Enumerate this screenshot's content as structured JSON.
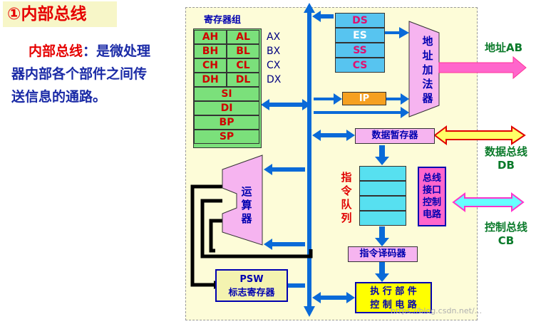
{
  "title": "①内部总线",
  "description": {
    "keyword": "内部总线",
    "rest_line1": "：是微处理",
    "line2": "器内部各个部件之间传",
    "line3": "送信息的通路。"
  },
  "register_group": {
    "label": "寄存器组",
    "pairs": [
      [
        "AH",
        "AL"
      ],
      [
        "BH",
        "BL"
      ],
      [
        "CH",
        "CL"
      ],
      [
        "DH",
        "DL"
      ]
    ],
    "pair_names": [
      "AX",
      "BX",
      "CX",
      "DX"
    ],
    "wide": [
      "SI",
      "DI",
      "BP",
      "SP"
    ]
  },
  "segments": [
    "DS",
    "ES",
    "SS",
    "CS"
  ],
  "ip": "IP",
  "address_adder": "地址加法器",
  "address_bus": "地址AB",
  "data_buffer": "数据暂存器",
  "data_bus": "数据总线\nDB",
  "instruction_queue": "指令队列",
  "bus_interface_ctrl": "总线接口控制电路",
  "control_bus": "控制总线\nCB",
  "alu": "运算器",
  "psw": {
    "line1": "PSW",
    "line2": "标志寄存器"
  },
  "decoder": "指令译码器",
  "exec_ctrl": {
    "line1": "执 行 部 件",
    "line2": "控 制 电 路"
  },
  "watermark": "https://blog.csdn.net/...",
  "colors": {
    "bus": "#0a6ad8",
    "title_text": "#e60000",
    "desc_text": "#1a2aa6",
    "register": "#7be07b",
    "segment": "#57c4f0",
    "pink": "#f6b4f0",
    "queue": "#57e0f0",
    "psw": "#f4f3b0",
    "exec": "#ffff00",
    "address_arrow": "#ff66cc",
    "data_arrow": "#ffff66",
    "control_arrow": "#66ffff"
  }
}
